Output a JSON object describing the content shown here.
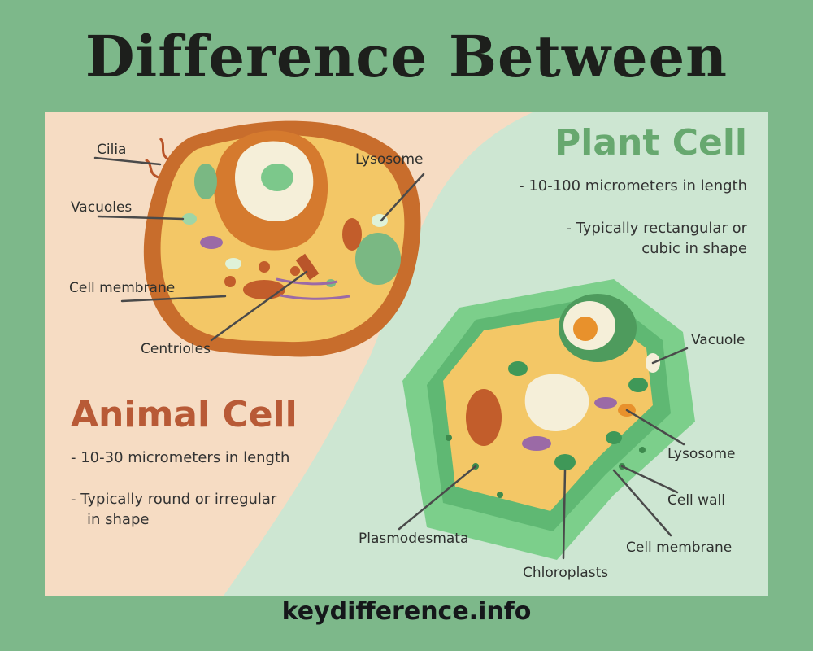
{
  "title": "Difference Between",
  "animal": {
    "heading": "Animal Cell",
    "facts": [
      "- 10-30 micrometers in length",
      "- Typically round or irregular",
      "in shape"
    ],
    "labels": {
      "cilia": "Cilia",
      "vacuoles": "Vacuoles",
      "cell_membrane": "Cell membrane",
      "centrioles": "Centrioles",
      "lysosome": "Lysosome"
    }
  },
  "plant": {
    "heading": "Plant Cell",
    "facts": [
      "- 10-100 micrometers in length",
      "- Typically rectangular or",
      "cubic in shape"
    ],
    "labels": {
      "vacuole": "Vacuole",
      "lysosome": "Lysosome",
      "cell_wall": "Cell wall",
      "cell_membrane": "Cell membrane",
      "plasmodesmata": "Plasmodesmata",
      "chloroplasts": "Chloroplasts"
    }
  },
  "footer": "keydifference.info",
  "colors": {
    "background": "#7db88a",
    "animal_panel": "#f6dcc3",
    "plant_panel": "#cde6d2",
    "animal_heading": "#b85a36",
    "plant_heading": "#67a86f"
  }
}
